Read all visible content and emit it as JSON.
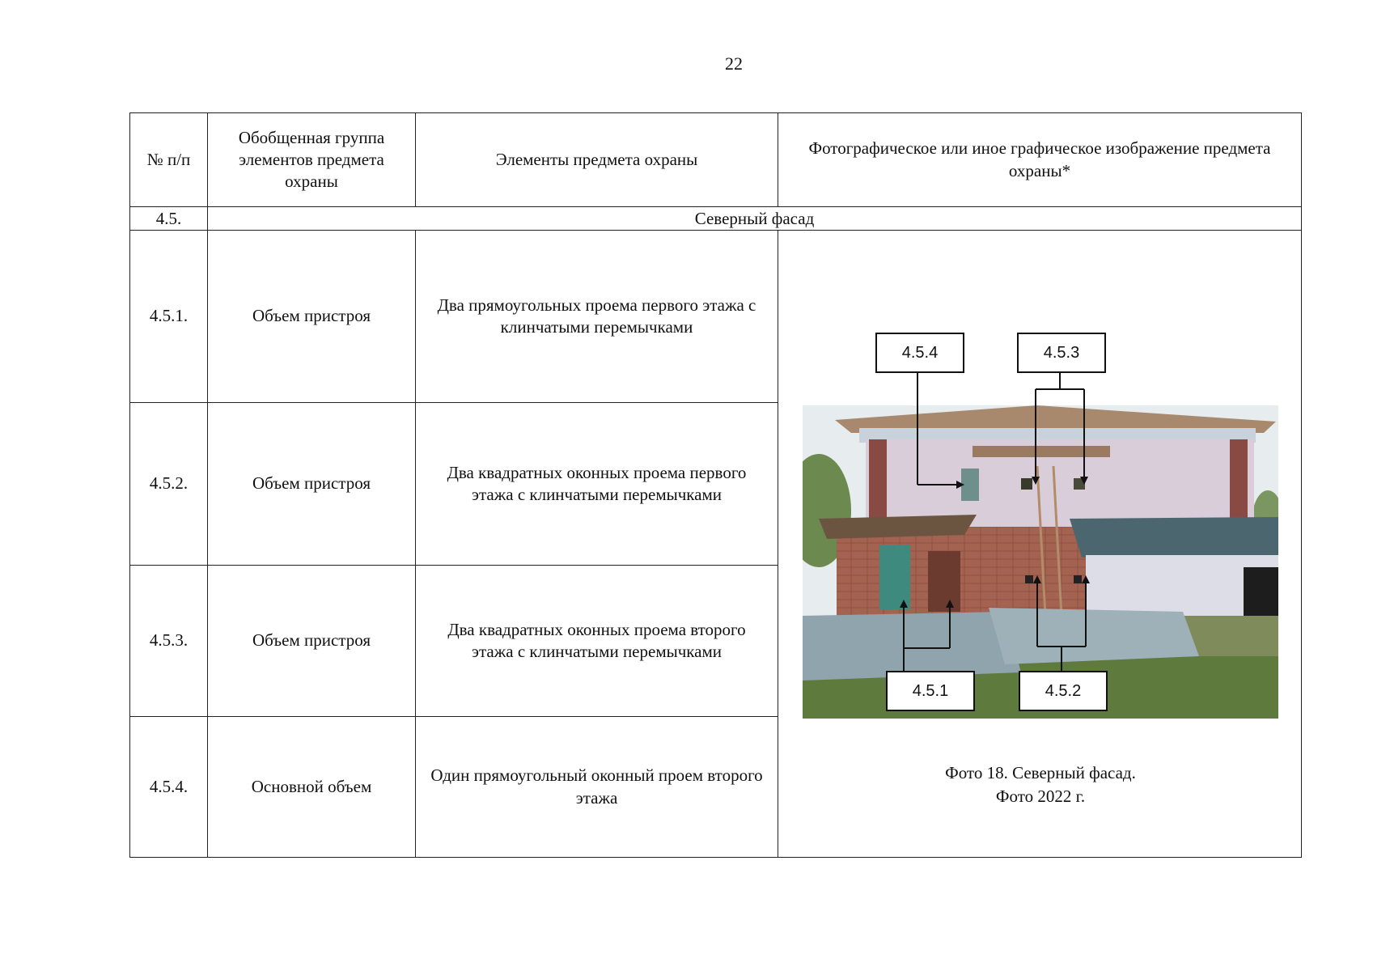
{
  "page_number": "22",
  "table": {
    "headers": {
      "num": "№ п/п",
      "group": "Обобщенная группа элементов предмета охраны",
      "elements": "Элементы предмета охраны",
      "image": "Фотографическое или иное графическое изображение предмета охраны*"
    },
    "section": {
      "num": "4.5.",
      "title": "Северный фасад"
    },
    "rows": [
      {
        "num": "4.5.1.",
        "group": "Объем пристроя",
        "element": "Два прямоугольных проема первого этажа с клинчатыми перемычками"
      },
      {
        "num": "4.5.2.",
        "group": "Объем пристроя",
        "element": "Два квадратных оконных проема первого этажа с клинчатыми перемычками"
      },
      {
        "num": "4.5.3.",
        "group": "Объем пристроя",
        "element": "Два квадратных оконных проема второго этажа с клинчатыми перемычками"
      },
      {
        "num": "4.5.4.",
        "group": "Основной объем",
        "element": "Один прямоугольный оконный проем второго этажа"
      }
    ]
  },
  "photo": {
    "labels": {
      "l454": "4.5.4",
      "l453": "4.5.3",
      "l451": "4.5.1",
      "l452": "4.5.2"
    },
    "caption_line1": "Фото 18. Северный фасад.",
    "caption_line2": "Фото 2022 г."
  }
}
